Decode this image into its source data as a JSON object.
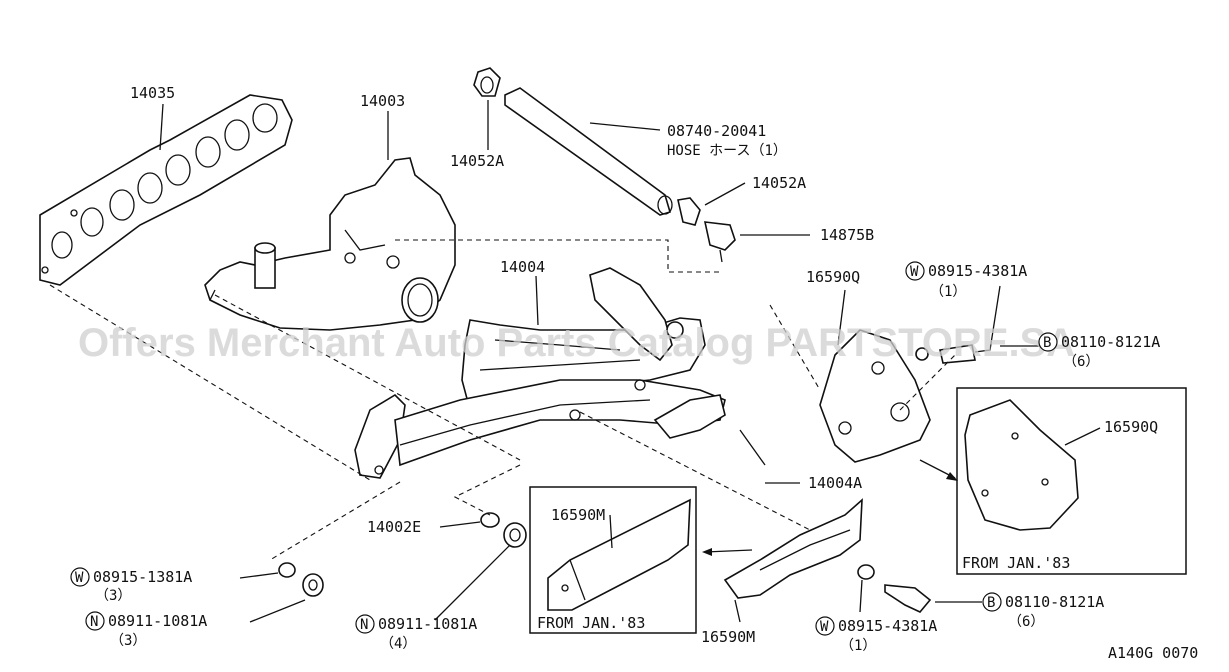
{
  "watermark": "Offers Merchant Auto Parts Catalog PARTSTORE.SA",
  "figure_code": "A140G 0070",
  "labels": {
    "p14035": "14035",
    "p14003": "14003",
    "p14052a_top": "14052A",
    "p08740": "08740-20041",
    "hose": "HOSE ホース（1）",
    "p14052a_mid": "14052A",
    "p14875b": "14875B",
    "p14004": "14004",
    "p16590q": "16590Q",
    "p08915_4381a_top": "08915-4381A",
    "qty1_top": "（1）",
    "p08110_8121a_top": "08110-8121A",
    "qty6_top": "（6）",
    "p16590q_inset": "16590Q",
    "from_jan83_right": "FROM JAN.'83",
    "p14004a": "14004A",
    "p14002e": "14002E",
    "p16590m_inset": "16590M",
    "from_jan83_mid": "FROM JAN.'83",
    "p16590m": "16590M",
    "p08915_1381a": "08915-1381A",
    "qty3_a": "（3）",
    "p08911_1081a_left": "08911-1081A",
    "qty3_b": "（3）",
    "p08911_1081a_mid": "08911-1081A",
    "qty4": "（4）",
    "p08110_8121a_bot": "08110-8121A",
    "qty6_bot": "（6）",
    "p08915_4381a_bot": "08915-4381A",
    "qty1_bot": "（1）"
  },
  "symbols": {
    "w": "W",
    "n": "N",
    "b": "B"
  }
}
